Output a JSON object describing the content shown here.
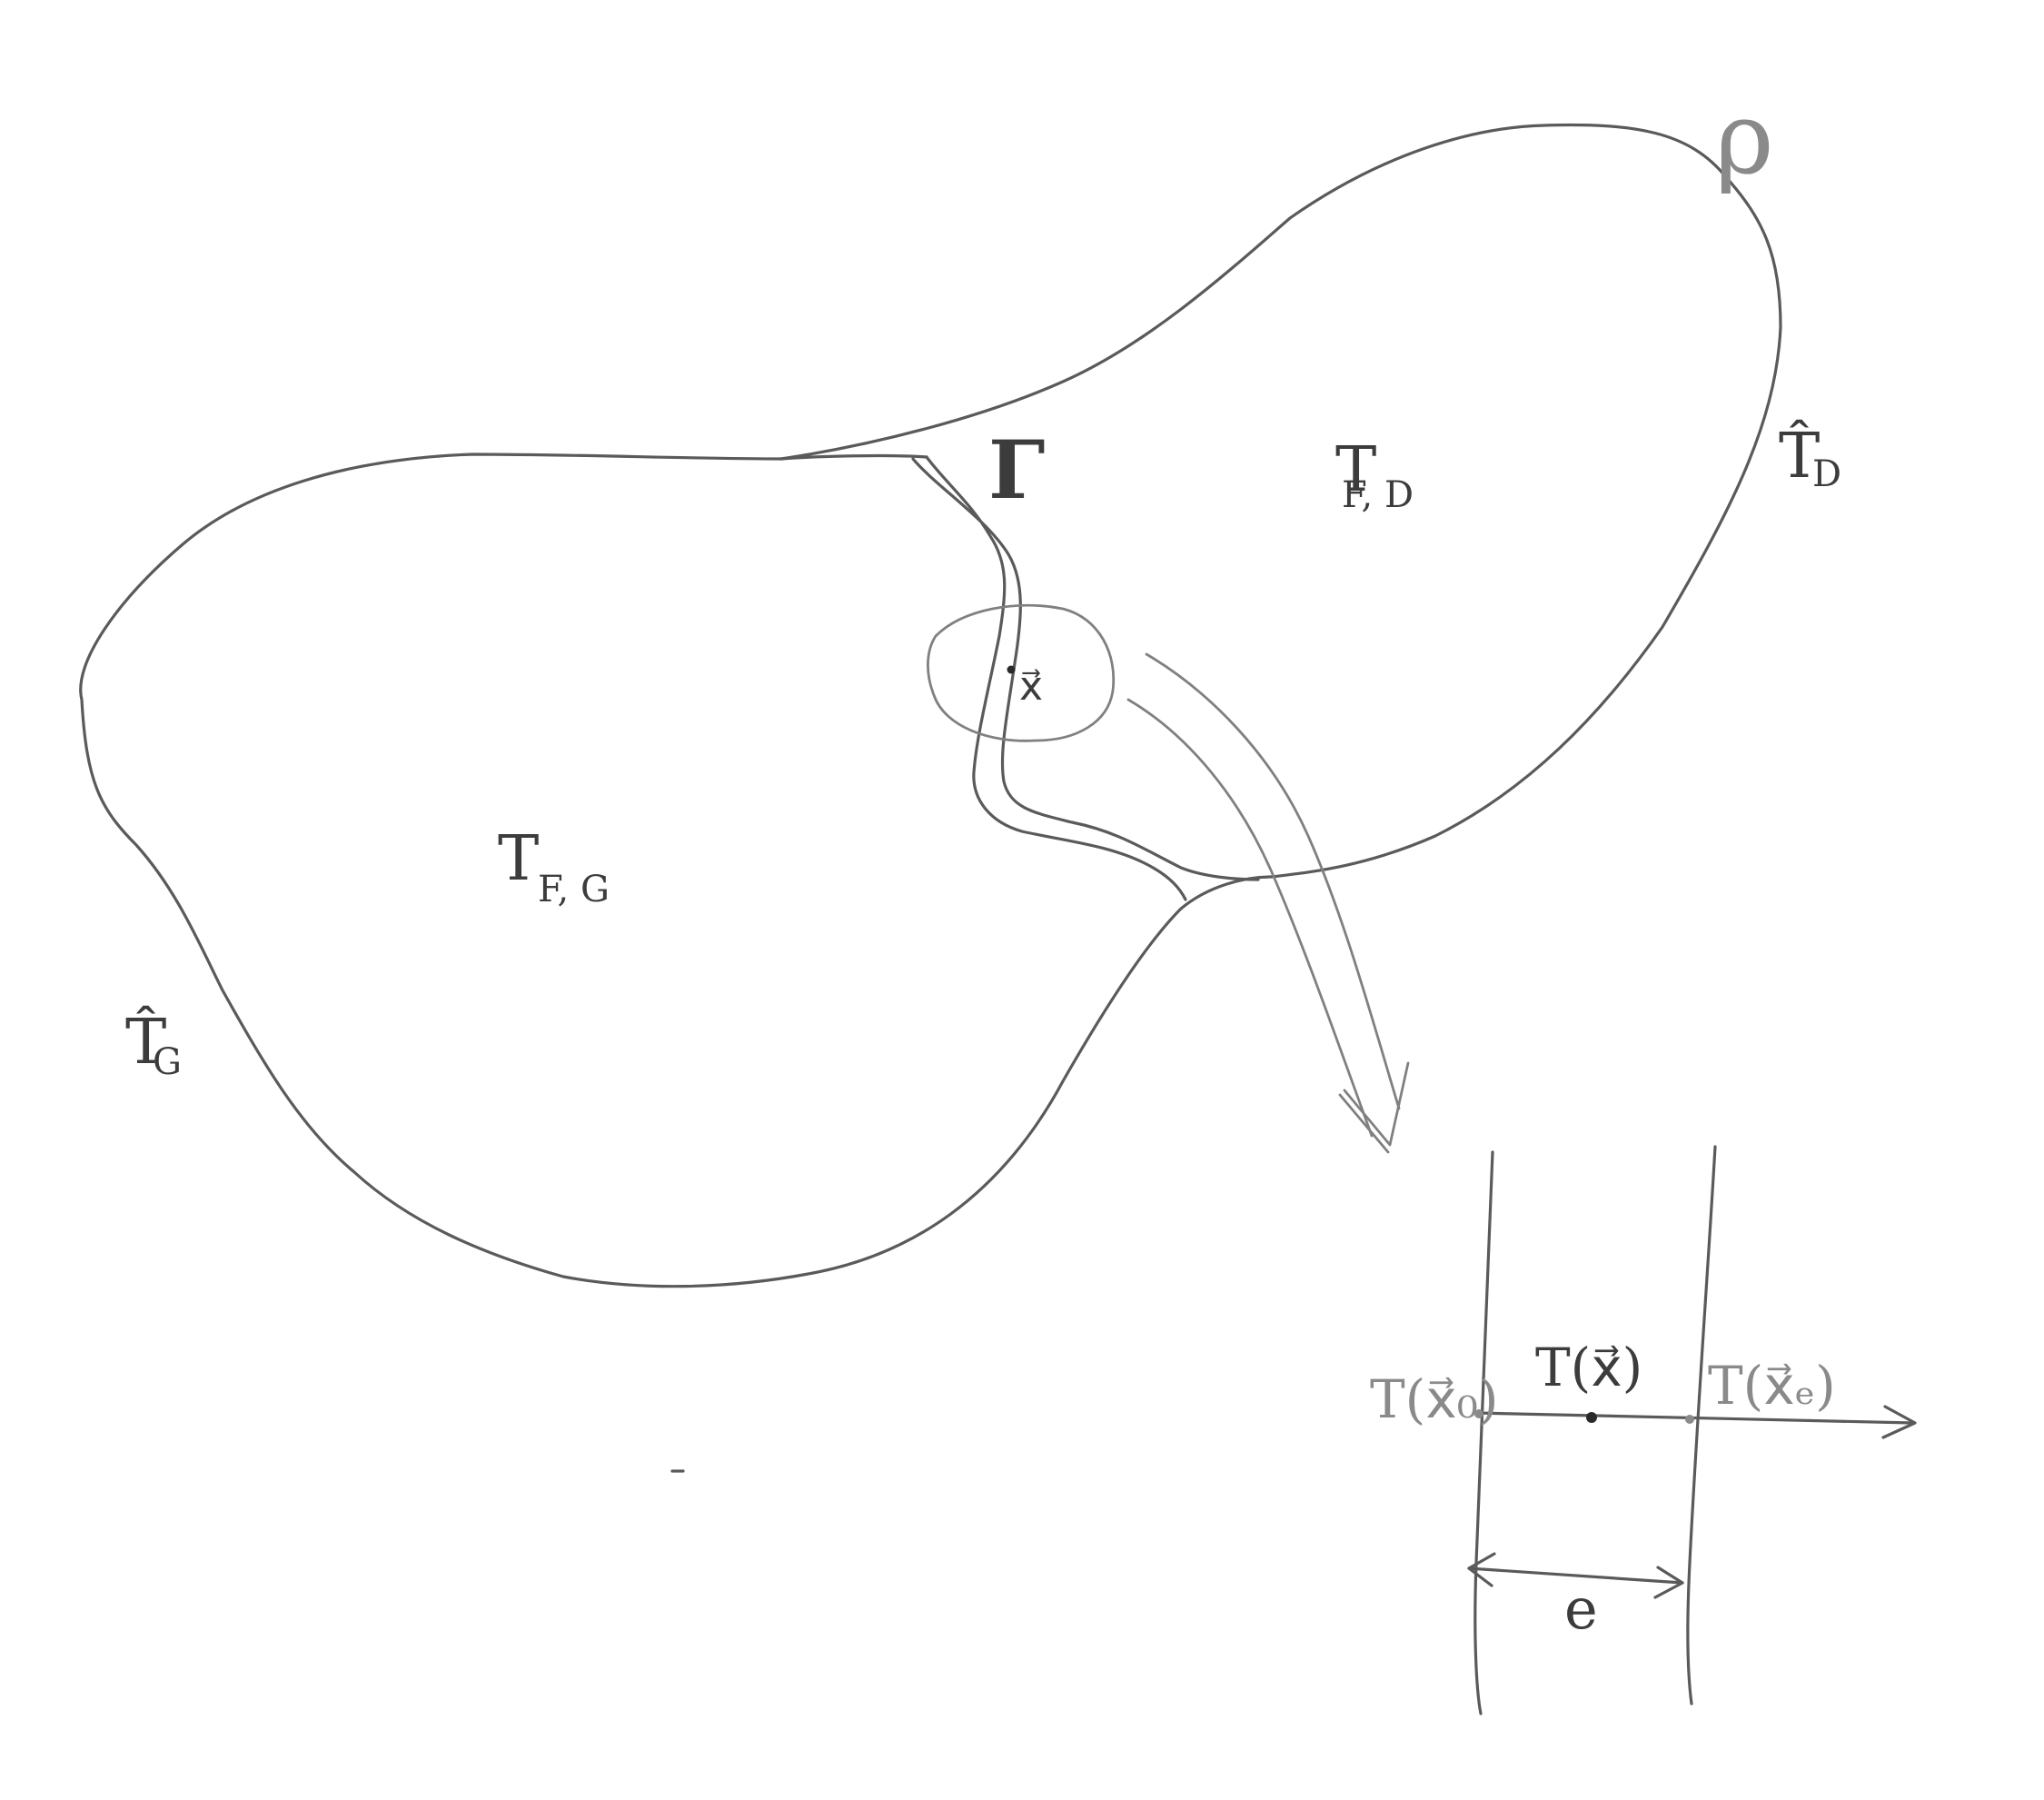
{
  "labels": {
    "region_left": {
      "main": "T",
      "sub": "F, G"
    },
    "region_right": {
      "main": "T",
      "sub": "F, D"
    },
    "boundary_left": {
      "main": "T̂",
      "sub": "G"
    },
    "boundary_right": {
      "main": "T̂",
      "sub": "D"
    },
    "domain_symbol": "ρ",
    "interface_symbol": "Γ",
    "point_x": "x⃗",
    "zoom_center": "T(x⃗)",
    "zoom_left": "T(x⃗₀)",
    "zoom_right": "T(x⃗ₑ)",
    "thickness": "e"
  }
}
